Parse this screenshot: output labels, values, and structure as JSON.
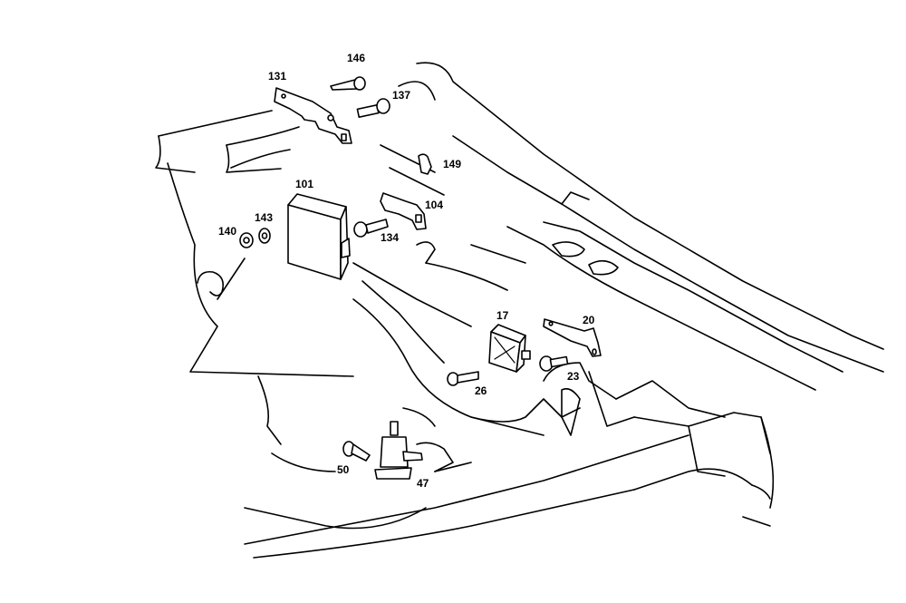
{
  "diagram": {
    "type": "exploded-parts-diagram",
    "line_color": "#000000",
    "background": "#ffffff",
    "callouts": [
      {
        "id": "131",
        "text": "131"
      },
      {
        "id": "146",
        "text": "146"
      },
      {
        "id": "137",
        "text": "137"
      },
      {
        "id": "149",
        "text": "149"
      },
      {
        "id": "101",
        "text": "101"
      },
      {
        "id": "104",
        "text": "104"
      },
      {
        "id": "143",
        "text": "143"
      },
      {
        "id": "140",
        "text": "140"
      },
      {
        "id": "134",
        "text": "134"
      },
      {
        "id": "17",
        "text": "17"
      },
      {
        "id": "20",
        "text": "20"
      },
      {
        "id": "23",
        "text": "23"
      },
      {
        "id": "26",
        "text": "26"
      },
      {
        "id": "50",
        "text": "50"
      },
      {
        "id": "47",
        "text": "47"
      }
    ]
  }
}
